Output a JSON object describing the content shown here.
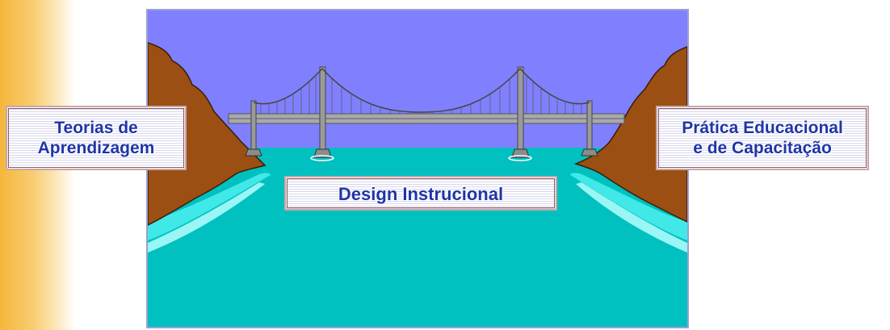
{
  "diagram": {
    "left_label": {
      "line1": "Teorias de",
      "line2": "Aprendizagem"
    },
    "right_label": {
      "line1": "Prática Educacional",
      "line2": "e de Capacitação"
    },
    "center_label": "Design Instrucional"
  },
  "colors": {
    "sky": "#8080ff",
    "water": "#00c0c0",
    "water_light": "#40e8e8",
    "cliff": "#9c4f12",
    "bridge": "#8c8c8c",
    "label_text": "#1f35a6"
  },
  "icons": {
    "scene": "suspension-bridge-illustration"
  }
}
